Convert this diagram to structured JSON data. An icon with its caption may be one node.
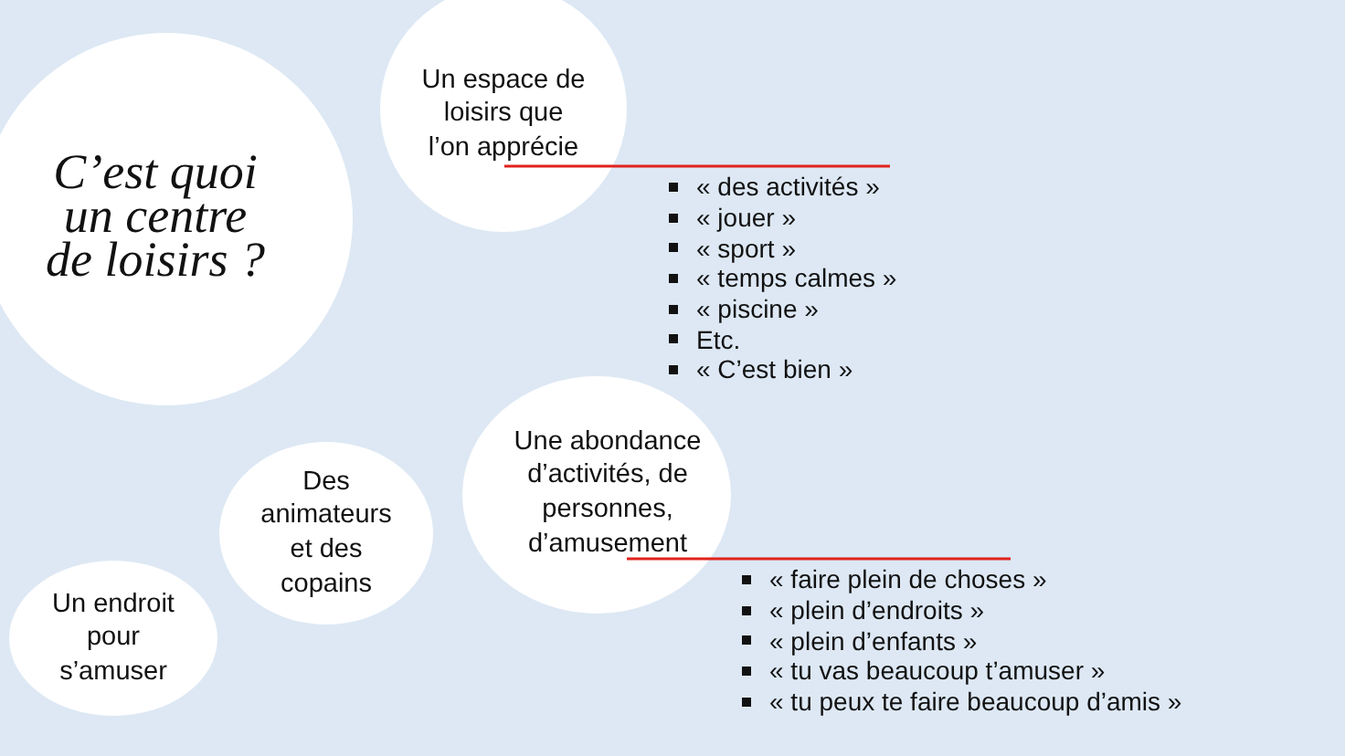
{
  "diagram": {
    "nodes": [
      {
        "text": [
          "C’est quoi un centre de loisirs ?"
        ]
      },
      {
        "text": [
          "Un espace de loisirs que l’on apprécie"
        ]
      },
      {
        "text": [
          "« des activités »",
          "« jouer »",
          "« sport »",
          "« temps calmes »",
          "« piscine »",
          "Etc.",
          "« C’est bien »"
        ]
      },
      {
        "text": [
          "Une abondance d’activités, de personnes, d’amusement"
        ]
      },
      {
        "text": [
          "« faire plein de choses »",
          "« plein d’endroits »",
          "« plein d’enfants »",
          "« tu vas beaucoup t’amuser »",
          "« tu peux te faire beaucoup d’amis »"
        ]
      },
      {
        "text": [
          "Des animateurs et des copains"
        ]
      },
      {
        "text": [
          "Un endroit pour s’amuser"
        ]
      }
    ],
    "edges": [
      {
        "from": 1,
        "to": 2,
        "arrow": "none"
      },
      {
        "from": 3,
        "to": 4,
        "arrow": "none"
      }
    ]
  }
}
